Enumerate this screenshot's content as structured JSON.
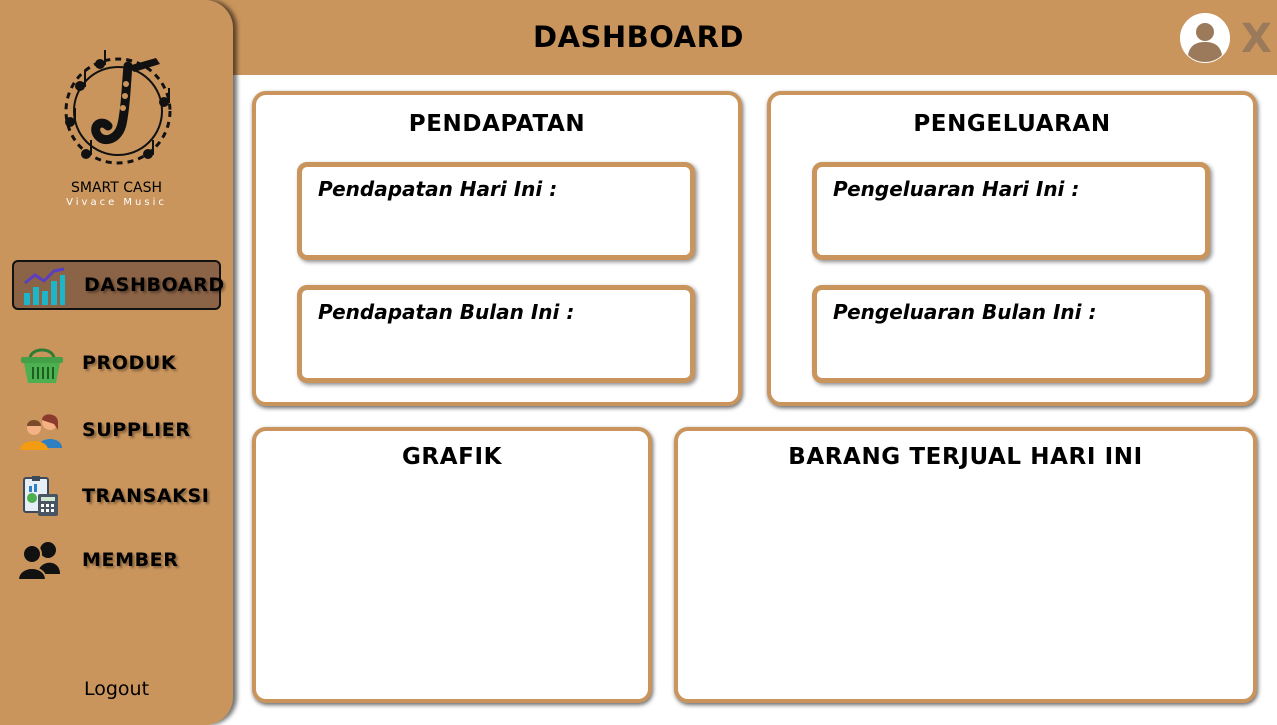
{
  "header": {
    "title": "DASHBOARD",
    "close_label": "X"
  },
  "brand": {
    "name": "SMART CASH",
    "subtitle": "Vivace Music"
  },
  "sidebar": {
    "items": [
      {
        "label": "DASHBOARD",
        "icon": "chart-bar-icon",
        "active": true
      },
      {
        "label": "PRODUK",
        "icon": "basket-icon"
      },
      {
        "label": "SUPPLIER",
        "icon": "people-icon"
      },
      {
        "label": "TRANSAKSI",
        "icon": "calculator-icon"
      },
      {
        "label": "MEMBER",
        "icon": "members-icon"
      }
    ],
    "logout": "Logout"
  },
  "pendapatan": {
    "title": "PENDAPATAN",
    "today_label": "Pendapatan Hari Ini :",
    "month_label": "Pendapatan Bulan Ini :"
  },
  "pengeluaran": {
    "title": "PENGELUARAN",
    "today_label": "Pengeluaran Hari Ini :",
    "month_label": "Pengeluaran Bulan Ini :"
  },
  "grafik": {
    "title": "GRAFIK"
  },
  "barang": {
    "title": "BARANG TERJUAL HARI INI"
  },
  "colors": {
    "accent": "#C9955D",
    "active_item": "#8B6346",
    "white": "#FFFFFF"
  }
}
